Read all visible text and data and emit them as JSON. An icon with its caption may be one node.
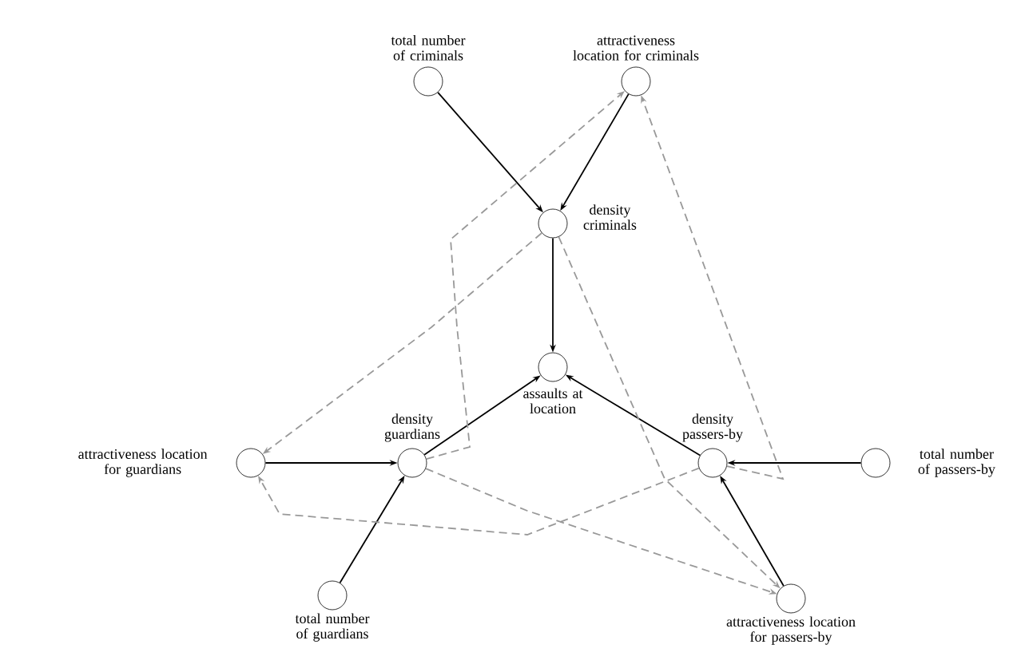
{
  "diagram": {
    "nodes": [
      {
        "text": [
          "total number of criminals"
        ]
      },
      {
        "text": [
          "attractiveness location for criminals"
        ]
      },
      {
        "text": [
          "density criminals"
        ]
      },
      {
        "text": [
          "assaults at location"
        ]
      },
      {
        "text": [
          "attractiveness location for guardians"
        ]
      },
      {
        "text": [
          "density guardians"
        ]
      },
      {
        "text": [
          "density passers-by"
        ]
      },
      {
        "text": [
          "total number of passers-by"
        ]
      },
      {
        "text": [
          "total number of guardians"
        ]
      },
      {
        "text": [
          "attractiveness location for passers-by"
        ]
      }
    ],
    "edges": [
      {
        "from": 0,
        "to": 2,
        "arrow": "to"
      },
      {
        "from": 1,
        "to": 2,
        "arrow": "to"
      },
      {
        "from": 2,
        "to": 3,
        "arrow": "to"
      },
      {
        "from": 5,
        "to": 3,
        "arrow": "to"
      },
      {
        "from": 6,
        "to": 3,
        "arrow": "to"
      },
      {
        "from": 4,
        "to": 5,
        "arrow": "to"
      },
      {
        "from": 8,
        "to": 5,
        "arrow": "to"
      },
      {
        "from": 7,
        "to": 6,
        "arrow": "to"
      },
      {
        "from": 9,
        "to": 6,
        "arrow": "to"
      },
      {
        "from": 5,
        "to": 1,
        "arrow": "to",
        "style": "dashed",
        "color": "#999999"
      },
      {
        "from": 6,
        "to": 1,
        "arrow": "to",
        "style": "dashed",
        "color": "#999999"
      },
      {
        "from": 2,
        "to": 4,
        "arrow": "to",
        "style": "dashed",
        "color": "#999999"
      },
      {
        "from": 6,
        "to": 4,
        "arrow": "to",
        "style": "dashed",
        "color": "#999999"
      },
      {
        "from": 2,
        "to": 9,
        "arrow": "to",
        "style": "dashed",
        "color": "#999999"
      },
      {
        "from": 5,
        "to": 9,
        "arrow": "to",
        "style": "dashed",
        "color": "#999999"
      }
    ]
  }
}
